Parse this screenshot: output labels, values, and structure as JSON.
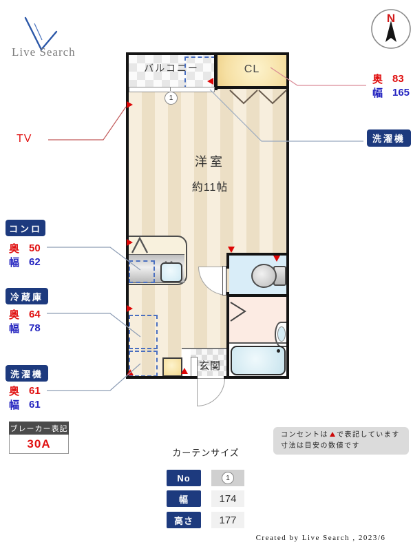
{
  "logo": {
    "text": "Live Search"
  },
  "compass": {
    "north_label": "N"
  },
  "plan": {
    "balcony_label": "バルコニー",
    "closet_label": "CL",
    "window_number": "1",
    "room_name": "洋室",
    "room_size": "約11帖",
    "entrance_label": "玄関"
  },
  "annotations": {
    "tv": {
      "label": "TV"
    },
    "cl": {
      "depth_label": "奥",
      "depth_value": "83",
      "width_label": "幅",
      "width_value": "165"
    },
    "washer_balcony": {
      "label": "洗濯機"
    },
    "stove": {
      "label": "コンロ",
      "depth_label": "奥",
      "depth_value": "50",
      "width_label": "幅",
      "width_value": "62"
    },
    "fridge": {
      "label": "冷蔵庫",
      "depth_label": "奥",
      "depth_value": "64",
      "width_label": "幅",
      "width_value": "78"
    },
    "washer": {
      "label": "洗濯機",
      "depth_label": "奥",
      "depth_value": "61",
      "width_label": "幅",
      "width_value": "61"
    }
  },
  "breaker": {
    "title": "ブレーカー表記",
    "value": "30A"
  },
  "curtain": {
    "title": "カーテンサイズ",
    "rows": [
      {
        "label": "No",
        "value": "1"
      },
      {
        "label": "幅",
        "value": "174"
      },
      {
        "label": "高さ",
        "value": "177"
      }
    ]
  },
  "note": {
    "line1_pre": "コンセントは",
    "line1_post": "で表記しています",
    "line2": "寸法は目安の数値です"
  },
  "credit": "Created by Live Search , 2023/6",
  "colors": {
    "navy": "#1d3a7e",
    "red": "#e01010",
    "blue": "#2525c0",
    "wall": "#141414",
    "floor_light": "#f7eedd",
    "floor_dark": "#ecdfc5",
    "toilet": "#d9edf8",
    "washroom": "#fcebe3",
    "outlet": "#dd0606"
  }
}
